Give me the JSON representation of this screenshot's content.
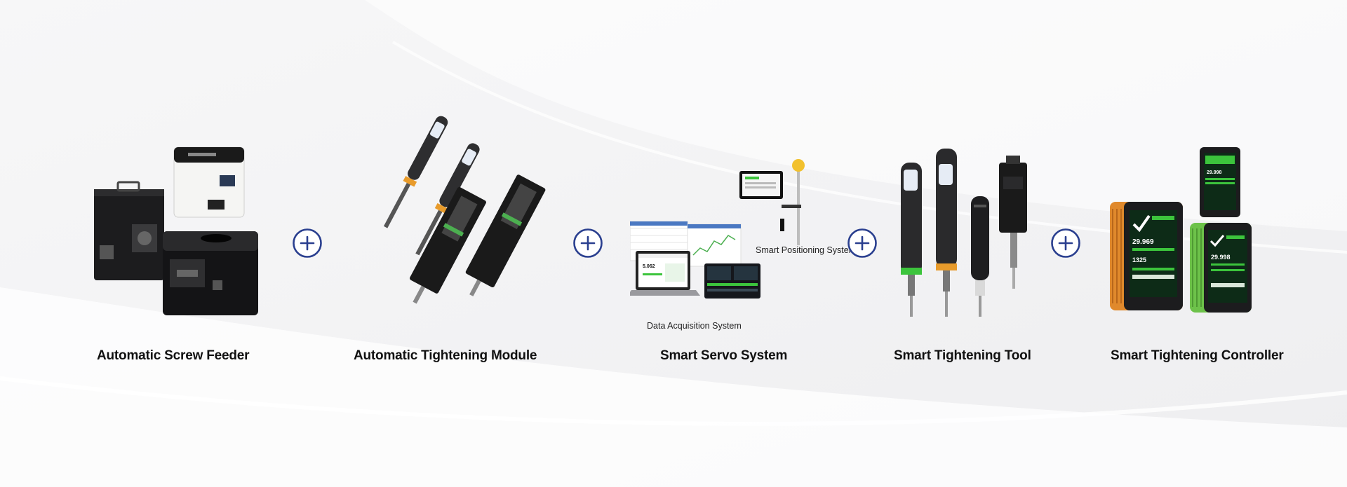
{
  "products": [
    {
      "id": "feeder",
      "label": "Automatic Screw Feeder"
    },
    {
      "id": "module",
      "label": "Automatic Tightening Module"
    },
    {
      "id": "servo",
      "label": "Smart Servo System"
    },
    {
      "id": "tool",
      "label": "Smart Tightening Tool"
    },
    {
      "id": "controller",
      "label": "Smart Tightening Controller"
    }
  ],
  "servo_sub_labels": {
    "positioning": "Smart Positioning System",
    "acquisition": "Data Acquisition System"
  },
  "screen_readouts": {
    "laptop_value": "5.062",
    "controller_torque_a": "29.969",
    "controller_torque_b": "29.998",
    "controller_small_a": "29.998",
    "controller_count": "1325"
  },
  "icons": [
    "plus-icon"
  ],
  "colors": {
    "accent_blue": "#2a3f8f",
    "screen_green": "#3cc43c",
    "controller_orange": "#e0892c",
    "controller_green": "#6dc24a",
    "label_text": "#111111"
  }
}
